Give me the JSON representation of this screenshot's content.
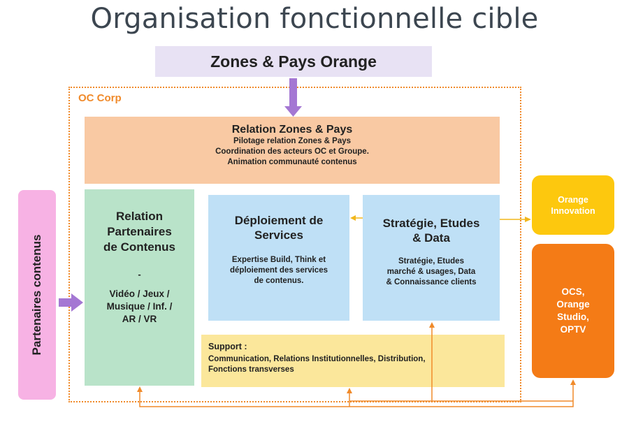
{
  "title": "Organisation fonctionnelle cible",
  "zones_top": "Zones & Pays Orange",
  "corp_label": "OC Corp",
  "relation_zones": {
    "heading": "Relation Zones & Pays",
    "lines": [
      "Pilotage relation Zones & Pays",
      "Coordination des acteurs OC et Groupe.",
      "Animation communauté contenus"
    ]
  },
  "partenaires": "Partenaires contenus",
  "relation_partenaires": {
    "heading": [
      "Relation",
      "Partenaires",
      "de Contenus"
    ],
    "dash": "-",
    "lines": [
      "Vidéo / Jeux /",
      "Musique / Inf. /",
      "AR / VR"
    ]
  },
  "deploiement": {
    "heading": [
      "Déploiement de",
      "Services"
    ],
    "lines": [
      "Expertise Build, Think et",
      "déploiement des services",
      "de contenus."
    ]
  },
  "strategie": {
    "heading": [
      "Stratégie, Etudes",
      "& Data"
    ],
    "lines": [
      "Stratégie, Etudes",
      "marché & usages, Data",
      "& Connaissance clients"
    ]
  },
  "support": {
    "heading": "Support :",
    "lines": [
      "Communication, Relations Institutionnelles, Distribution,",
      "Fonctions transverses"
    ]
  },
  "orange_innovation": [
    "Orange",
    "Innovation"
  ],
  "ocs": [
    "OCS,",
    "Orange",
    "Studio,",
    "OPTV"
  ],
  "colors": {
    "arrow_purple": "#a477d3",
    "arrow_orange": "#f08a2a",
    "arrow_yellow": "#f2b71c"
  }
}
